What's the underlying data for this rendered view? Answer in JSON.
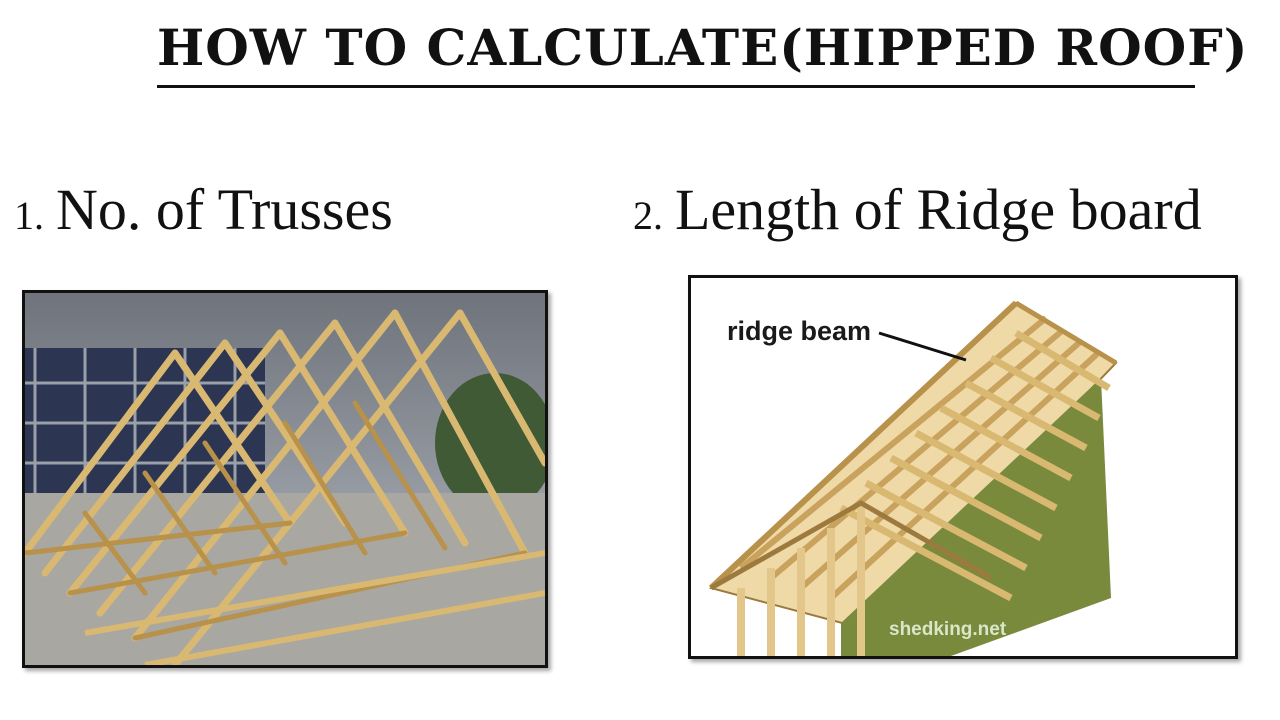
{
  "slide": {
    "title": "HOW TO CALCULATE(HIPPED ROOF)",
    "items": [
      {
        "number": "1.",
        "label": "No. of Trusses"
      },
      {
        "number": "2.",
        "label": "Length of Ridge board"
      }
    ]
  },
  "images": {
    "trusses_photo": {
      "icon": "roof-trusses-photo"
    },
    "ridge_diagram": {
      "icon": "ridge-beam-diagram",
      "callout": "ridge beam",
      "watermark": "shedking.net"
    }
  },
  "colors": {
    "timber": "#d9b872",
    "timber_dark": "#b8914a",
    "sky": "#8c9199",
    "floor_board": "#7a8a3c"
  }
}
